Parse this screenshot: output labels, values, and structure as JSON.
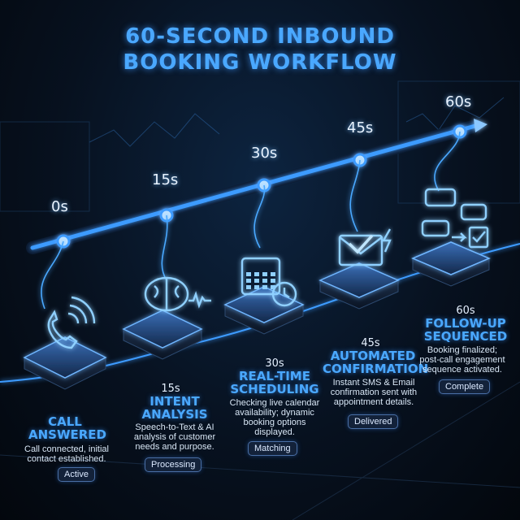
{
  "title": {
    "line1": "60-SECOND INBOUND",
    "line2": "BOOKING WORKFLOW"
  },
  "timeline": {
    "ticks": [
      "0s",
      "15s",
      "30s",
      "45s",
      "60s"
    ]
  },
  "steps": [
    {
      "time": "",
      "title_line1": "CALL",
      "title_line2": "ANSWERED",
      "description": [
        "Call connected, initial",
        "contact established."
      ],
      "status": "Active",
      "icon": "phone-icon"
    },
    {
      "time": "15s",
      "title_line1": "INTENT",
      "title_line2": "ANALYSIS",
      "description": [
        "Speech-to-Text & AI",
        "analysis of customer",
        "needs and purpose."
      ],
      "status": "Processing",
      "icon": "ai-brain-icon"
    },
    {
      "time": "30s",
      "title_line1": "REAL-TIME",
      "title_line2": "SCHEDULING",
      "description": [
        "Checking live calendar",
        "availability; dynamic",
        "booking options",
        "displayed."
      ],
      "status": "Matching",
      "icon": "calendar-clock-icon"
    },
    {
      "time": "45s",
      "title_line1": "AUTOMATED",
      "title_line2": "CONFIRMATION",
      "description": [
        "Instant SMS & Email",
        "confirmation sent with",
        "appointment details."
      ],
      "status": "Delivered",
      "icon": "envelope-check-icon"
    },
    {
      "time": "60s",
      "title_line1": "FOLLOW-UP",
      "title_line2": "SEQUENCED",
      "description": [
        "Booking finalized;",
        "post-call engagement",
        "sequence activated."
      ],
      "status": "Complete",
      "icon": "chat-checklist-icon"
    }
  ],
  "colors": {
    "accent": "#3d9bff",
    "glow": "#5fb4ff",
    "background": "#07111f"
  }
}
